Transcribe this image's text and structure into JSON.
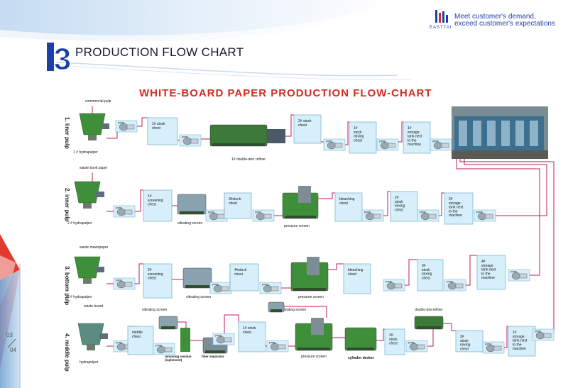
{
  "header": {
    "slogan_line1": "Meet customer's demand,",
    "slogan_line2": "exceed customer's expectations",
    "brand": "EASTTAI",
    "section_number": "3",
    "section_title": "PRODUCTION FLOW CHART"
  },
  "diagram": {
    "title": "WHITE-BOARD PAPER PRODUCTION FLOW-CHART",
    "rows": [
      {
        "line1": "1.",
        "line2": "liner pulp",
        "source": "commercial pulp",
        "pulper": "1 # hydrapulper"
      },
      {
        "line1": "2.",
        "line2": "inner pulp",
        "source": "waste book paper",
        "pulper": "2 # hydrapulper"
      },
      {
        "line1": "3.",
        "line2": "bottom pulp",
        "source": "waste mewspaper",
        "pulper": "3 # hydrapulper"
      },
      {
        "line1": "4.",
        "line2": "middle pulp",
        "source": "waste board",
        "pulper": "hydrapulper"
      }
    ],
    "pump_label": "pump",
    "labels": {
      "r1_stock": "1# stock\nchest",
      "r1_refiner": "1# double-disc refiner",
      "r1_stock2": "2# stock\nchest",
      "r1_mixing": "1#\nstock\nmixing\nchest",
      "r1_storage": "1#\nstorage\ntank next\nto the\nmachine",
      "r2_screening": "1#\nscreening\nchest",
      "r2_vib": "vibrating screen",
      "r2_stock3": "3#stock\nchest",
      "r2_pressure": "pressure screen",
      "r2_bleach": "bleaching\nchest",
      "r2_mixing": "2#\nstock\nmixing\nchest",
      "r2_storage": "2#\nstorage\ntank next\nto the\nmachine",
      "r3_screening": "2#\nscreening\nchest",
      "r3_vib": "vibrating screen",
      "r3_stock4": "4#stock\nchest",
      "r3_pressure": "pressure screen",
      "r3_bleach": "bleaching\nchest",
      "r3_mixing": "3#\nstock\nmixing\nchest",
      "r3_storage": "4#\nstorage\ntank next\nto the\nmachine",
      "r4_middle": "middle\nchest",
      "r4_vib1": "vibrating screen",
      "r4_removing": "removing residue\n(inplement)",
      "r4_fiber": "fiber separator",
      "r4_vib2": "vibrating screen",
      "r4_stock": "1# stock\nchest",
      "r4_pressure": "pressure screen",
      "r4_decker": "cylinder decker",
      "r4_stock2": "2#\nstock\nchest",
      "r4_dd": "double-discrefiner",
      "r4_mixing": "3#\nstock\nmixing\nchest",
      "r4_storage": "1#\nstorage\ntank next\nto the\nmachine"
    }
  },
  "footer": {
    "page_current": "03",
    "page_total": "04"
  },
  "colors": {
    "flow_line": "#c2185b",
    "box_fill": "#d6effa",
    "box_stroke": "#7fb6d0",
    "title_red": "#d42b24",
    "accent_blue": "#1d3fa8",
    "equipment_green": "#3f8f3a"
  }
}
